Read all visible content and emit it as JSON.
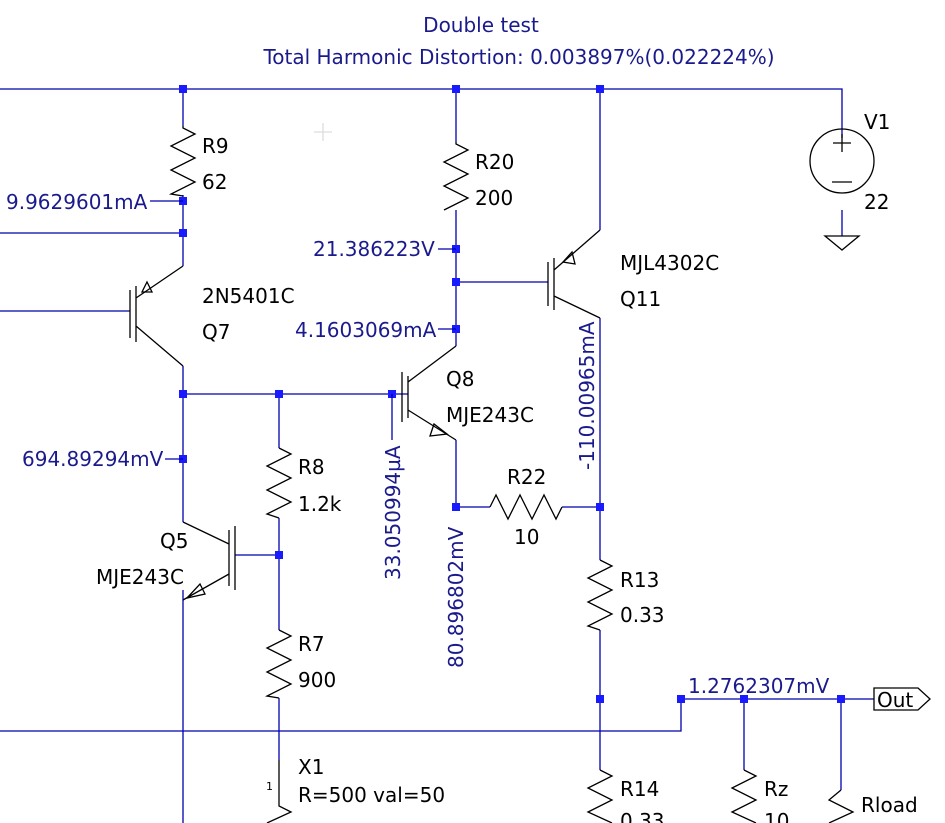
{
  "title": "Double test",
  "subtitle": "Total Harmonic Distortion: 0.003897%(0.022224%)",
  "components": {
    "r9": {
      "name": "R9",
      "value": "62"
    },
    "r20": {
      "name": "R20",
      "value": "200"
    },
    "v1": {
      "name": "V1",
      "value": "22"
    },
    "q7": {
      "name": "Q7",
      "model": "2N5401C"
    },
    "q11": {
      "name": "Q11",
      "model": "MJL4302C"
    },
    "q8": {
      "name": "Q8",
      "model": "MJE243C"
    },
    "r8": {
      "name": "R8",
      "value": "1.2k"
    },
    "r22": {
      "name": "R22",
      "value": "10"
    },
    "q5": {
      "name": "Q5",
      "model": "MJE243C"
    },
    "r13": {
      "name": "R13",
      "value": "0.33"
    },
    "r7": {
      "name": "R7",
      "value": "900"
    },
    "x1": {
      "name": "X1",
      "params": "R=500 val=50",
      "pin": "1"
    },
    "r14": {
      "name": "R14",
      "value": "0.33"
    },
    "rz": {
      "name": "Rz",
      "value": "10"
    },
    "rload": {
      "name": "Rload"
    }
  },
  "measurements": {
    "i_r9": "9.9629601mA",
    "v_q11_base": "21.386223V",
    "i_r20": "4.1603069mA",
    "v_q5_collector": "694.89294mV",
    "i_q8_base": "33.050994µA",
    "v_q8_emitter": "80.896802mV",
    "i_q11": "-110.00965mA",
    "v_out": "1.2762307mV"
  },
  "port": {
    "out": "Out"
  }
}
